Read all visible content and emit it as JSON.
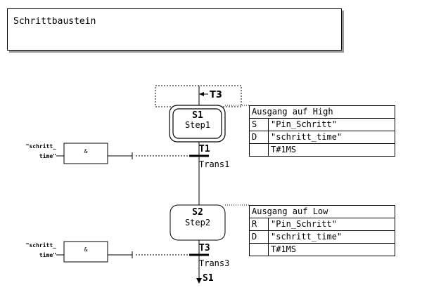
{
  "title": "Schrittbaustein",
  "jump_in": "T3",
  "jump_out": "S1",
  "steps": [
    {
      "id": "S1",
      "name": "Step1",
      "initial": true
    },
    {
      "id": "S2",
      "name": "Step2",
      "initial": false
    }
  ],
  "transitions": [
    {
      "id": "T1",
      "name": "Trans1",
      "input_label_line1": "\"schritt_",
      "input_label_line2": "time\"",
      "gate": "&"
    },
    {
      "id": "T3",
      "name": "Trans3",
      "input_label_line1": "\"schritt_",
      "input_label_line2": "time\"",
      "gate": "&"
    }
  ],
  "action_blocks": [
    {
      "header": "Ausgang auf High",
      "rows": [
        {
          "qualifier": "S",
          "operand": "\"Pin_Schritt\""
        },
        {
          "qualifier": "D",
          "operand": "\"schritt_time\""
        },
        {
          "qualifier": "",
          "operand": "T#1MS"
        }
      ]
    },
    {
      "header": "Ausgang auf Low",
      "rows": [
        {
          "qualifier": "R",
          "operand": "\"Pin_Schritt\""
        },
        {
          "qualifier": "D",
          "operand": "\"schritt_time\""
        },
        {
          "qualifier": "",
          "operand": "T#1MS"
        }
      ]
    }
  ]
}
